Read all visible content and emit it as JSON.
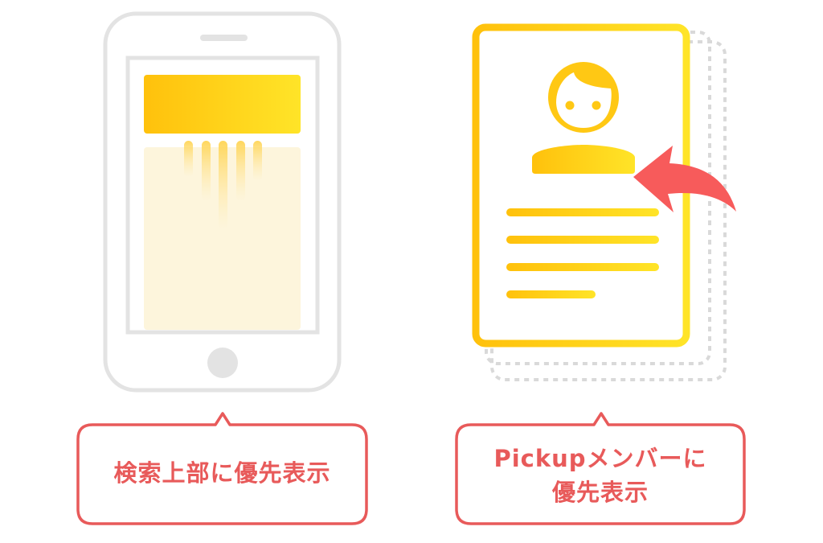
{
  "colors": {
    "accent_yellow_start": "#ffc20e",
    "accent_yellow_end": "#ffe326",
    "light_yellow_bg": "#fdf5dc",
    "phone_gray": "#e3e3e3",
    "callout_red": "#e85a5a",
    "arrow_red": "#f75b5b",
    "dashed_gray": "#d9d9d9"
  },
  "left_panel": {
    "illustration": "smartphone-search-results-icon",
    "callout": {
      "label": "検索上部に優先表示"
    }
  },
  "right_panel": {
    "illustration": "profile-card-stack-icon",
    "callout": {
      "line1": "Pickupメンバーに",
      "line2": "優先表示"
    }
  }
}
